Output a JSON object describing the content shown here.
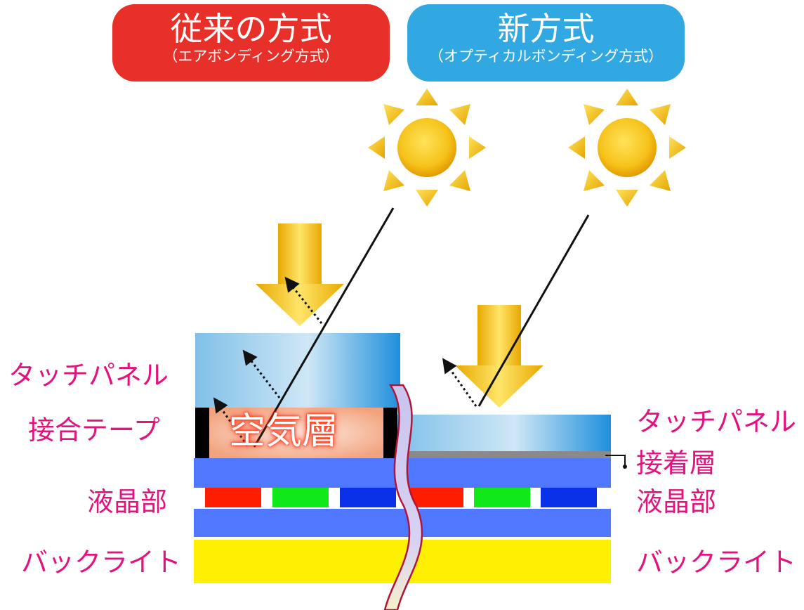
{
  "header": {
    "left_title": "従来の方式",
    "left_sub": "（エアボンディング方式）",
    "right_title": "新方式",
    "right_sub": "（オプティカルボンディング方式）"
  },
  "labels": {
    "left": [
      "タッチパネル",
      "接合テープ",
      "液晶部",
      "バックライト"
    ],
    "right": [
      "タッチパネル",
      "接着層",
      "液晶部",
      "バックライト"
    ]
  },
  "air_layer": "空気層",
  "colors": {
    "left_pill": "#e8302a",
    "right_pill": "#32a8e2",
    "label": "#e0147f",
    "lcd_layer": "#4f77ff",
    "backlight": "#ffef00",
    "pixel_red": "#ff1d00",
    "pixel_green": "#10e81a",
    "pixel_blue": "#0a30e8",
    "sun": "#f4b400",
    "arrow": "#f2c21d"
  },
  "icons": [
    "sun-icon",
    "down-arrow-icon",
    "reflection-arrow-icon"
  ]
}
